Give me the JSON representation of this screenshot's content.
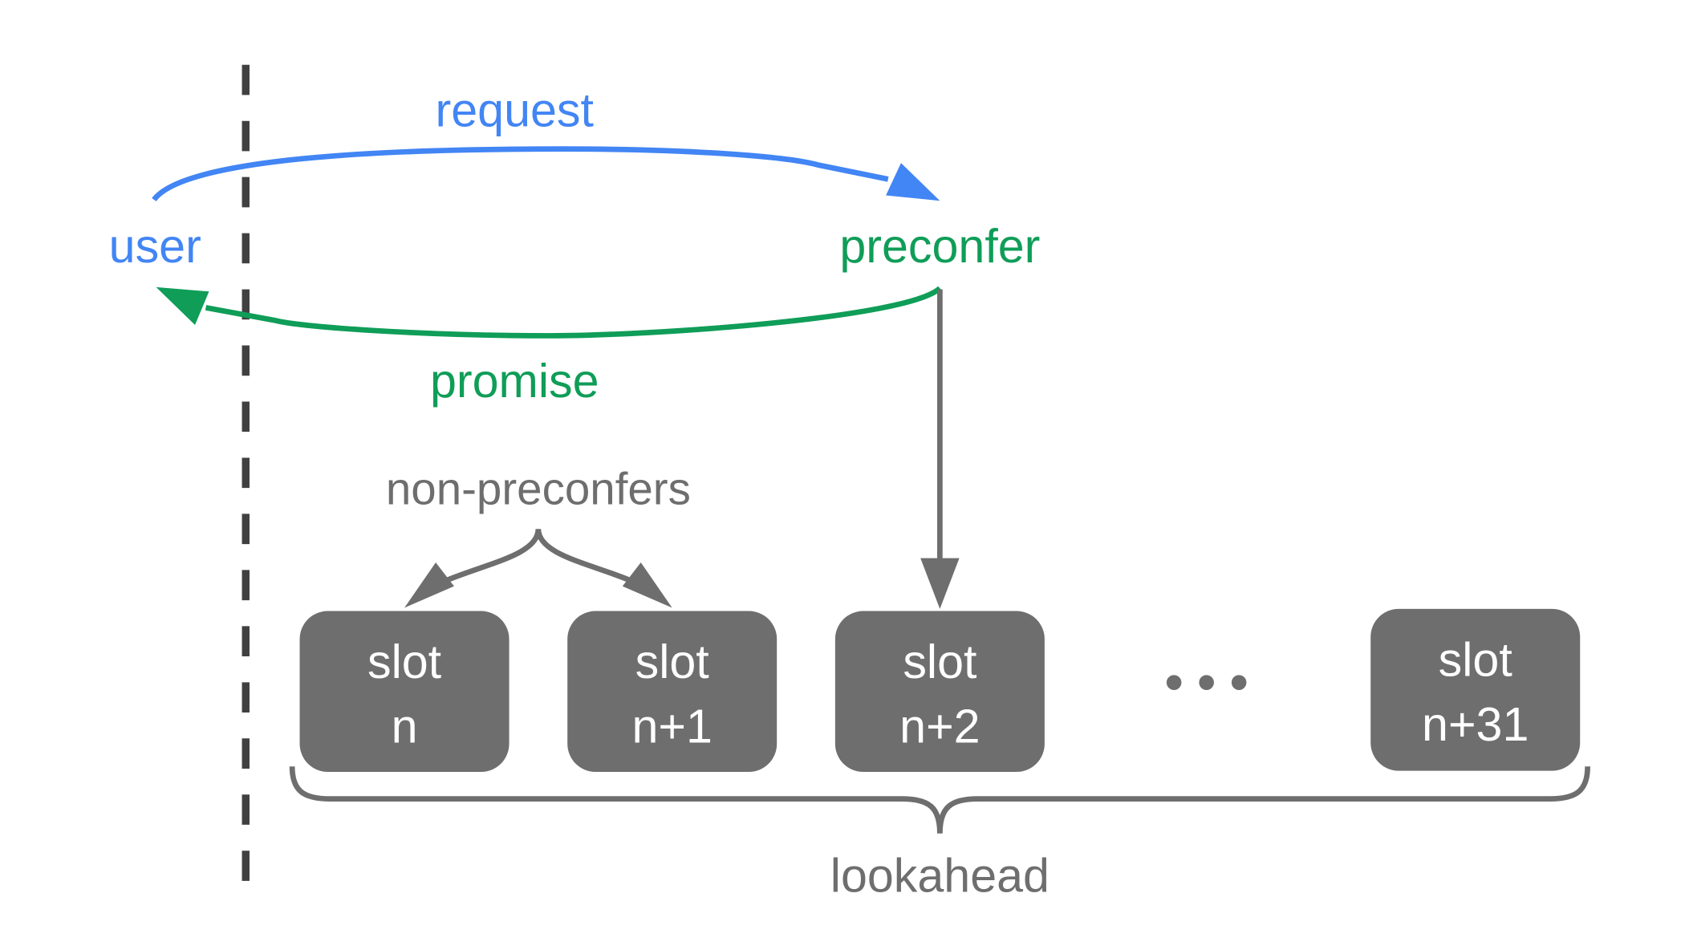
{
  "labels": {
    "request": "request",
    "user": "user",
    "preconfer": "preconfer",
    "promise": "promise",
    "non_preconfers": "non-preconfers",
    "lookahead": "lookahead",
    "ellipsis": "• • •"
  },
  "slots": [
    {
      "line1": "slot",
      "line2": "n"
    },
    {
      "line1": "slot",
      "line2": "n+1"
    },
    {
      "line1": "slot",
      "line2": "n+2"
    },
    {
      "line1": "slot",
      "line2": "n+31"
    }
  ],
  "colors": {
    "blue": "#4285F4",
    "green": "#0F9D58",
    "gray": "#6E6E6E",
    "dark": "#404040",
    "slot_text": "#FFFFFF"
  }
}
